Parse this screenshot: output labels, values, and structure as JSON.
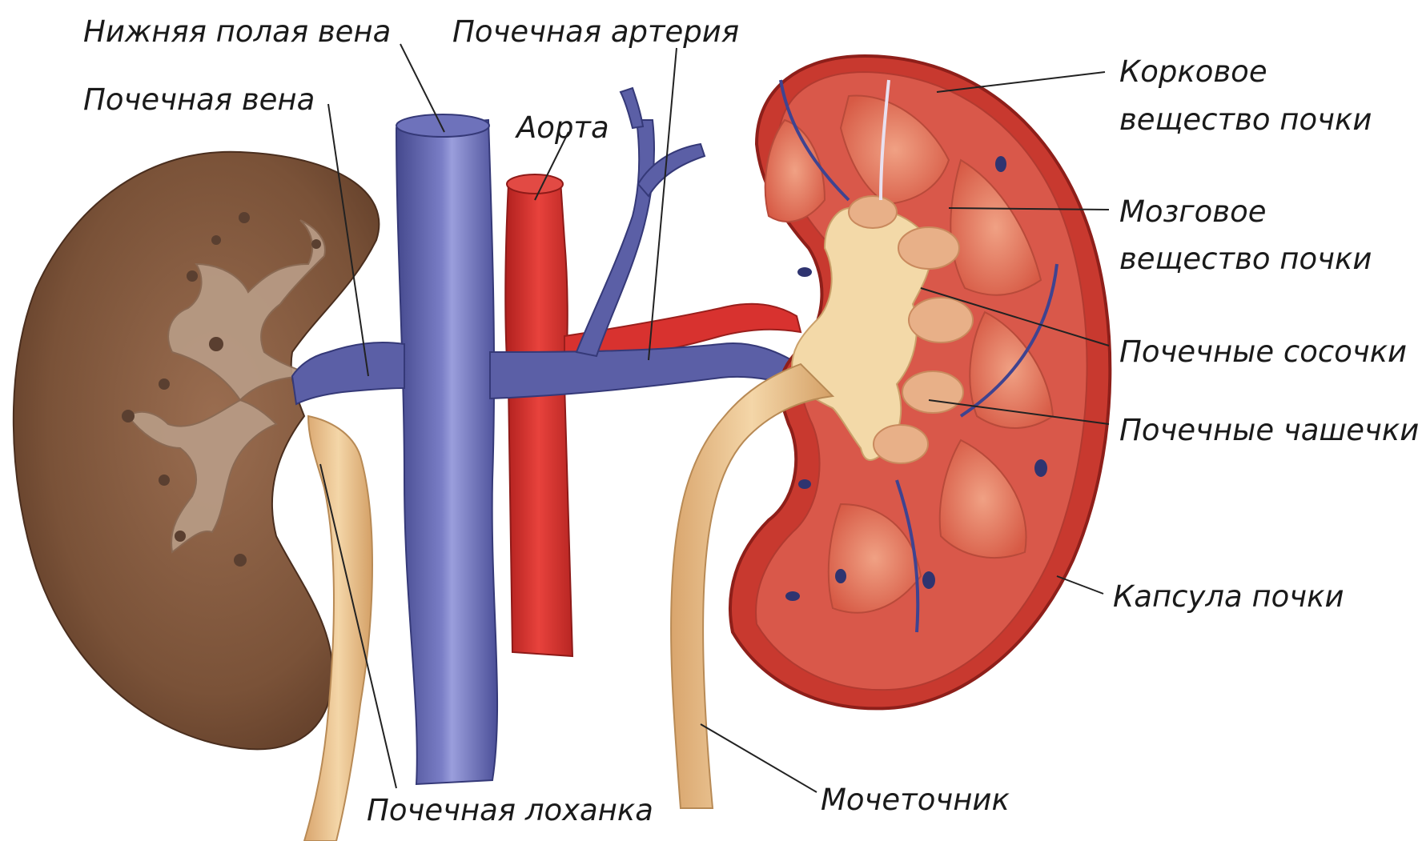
{
  "labels": {
    "ivc": "Нижняя полая вена",
    "renal_artery": "Почечная артерия",
    "renal_vein": "Почечная вена",
    "aorta": "Аорта",
    "cortex_1": "Корковое",
    "cortex_2": "вещество почки",
    "medulla_1": "Мозговое",
    "medulla_2": "вещество почки",
    "papillae": "Почечные сосочки",
    "calyces": "Почечные чашечки",
    "capsule": "Капсула почки",
    "pelvis": "Почечная лоханка",
    "ureter": "Мочеточник"
  },
  "colors": {
    "kidney_outer": "#7a5238",
    "kidney_outer_light": "#a9856d",
    "vein": "#5b5fa6",
    "vein_light": "#8e92d2",
    "artery": "#d8322f",
    "ureter": "#e9c190",
    "cortex": "#cf4a3c",
    "medulla": "#e07a62",
    "sinus": "#f5deb0",
    "leader": "#222222"
  }
}
